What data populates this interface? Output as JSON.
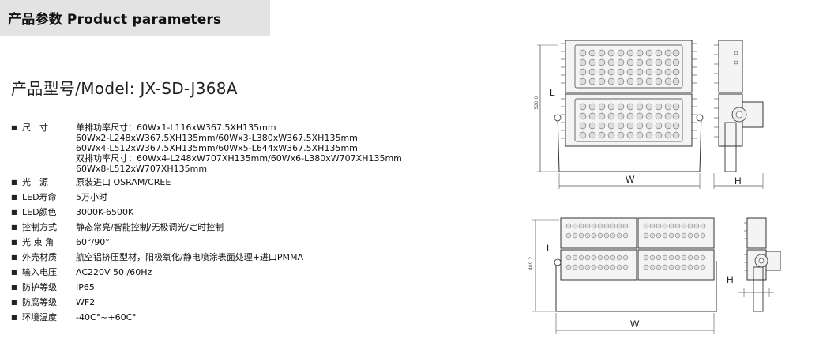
{
  "header": {
    "title": "产品参数  Product parameters"
  },
  "model": {
    "label": "产品型号/Model: JX-SD-J368A"
  },
  "specs": [
    {
      "label": "尺　寸",
      "lines": [
        "单排功率尺寸：60Wx1-L116xW367.5XH135mm",
        "60Wx2-L248xW367.5XH135mm/60Wx3-L380xW367.5XH135mm",
        "60Wx4-L512xW367.5XH135mm/60Wx5-L644xW367.5XH135mm",
        "双排功率尺寸：60Wx4-L248xW707XH135mm/60Wx6-L380xW707XH135mm",
        "60Wx8-L512xW707XH135mm"
      ]
    },
    {
      "label": "光　源",
      "lines": [
        "原装进口 OSRAM/CREE"
      ]
    },
    {
      "label": "LED寿命",
      "lines": [
        "5万小时"
      ]
    },
    {
      "label": "LED颜色",
      "lines": [
        "3000K-6500K"
      ]
    },
    {
      "label": "控制方式",
      "lines": [
        "静态常亮/智能控制/无极调光/定时控制"
      ]
    },
    {
      "label": "光 束 角",
      "lines": [
        "60°/90°"
      ]
    },
    {
      "label": "外壳材质",
      "lines": [
        "航空铝挤压型材，阳极氧化/静电喷涂表面处理+进口PMMA"
      ]
    },
    {
      "label": "输入电压",
      "lines": [
        "AC220V 50 /60Hz"
      ]
    },
    {
      "label": "防护等级",
      "lines": [
        "IP65"
      ]
    },
    {
      "label": "防腐等级",
      "lines": [
        "WF2"
      ]
    },
    {
      "label": "环境温度",
      "lines": [
        "-40C°~+60C°"
      ]
    }
  ],
  "drawings": {
    "top": {
      "length_label": "L",
      "width_label": "W",
      "height_label": "H",
      "dimension": "320.0"
    },
    "bottom": {
      "length_label": "L",
      "width_label": "W",
      "height_label": "H",
      "dimension": "409.2"
    }
  },
  "colors": {
    "header_bg": "#e3e3e3",
    "text": "#111111",
    "line": "#333333"
  }
}
